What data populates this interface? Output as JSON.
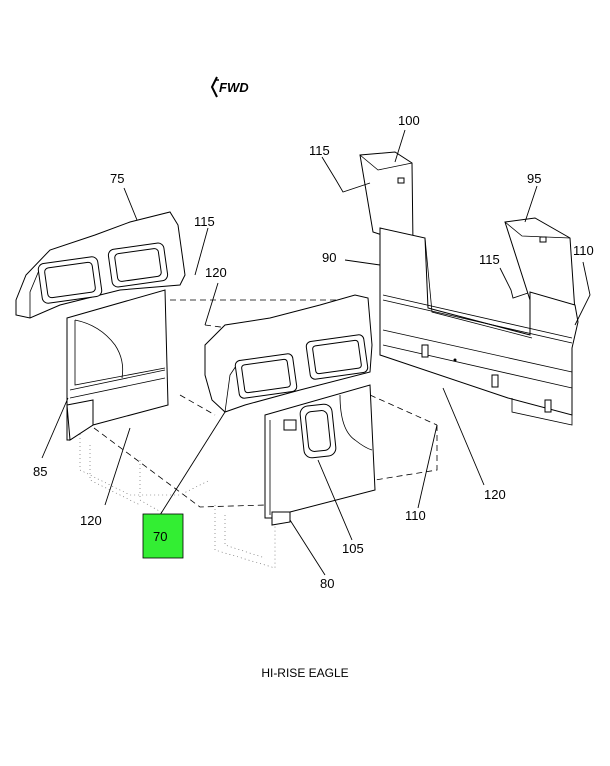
{
  "direction_label": "FWD",
  "caption": "HI-RISE EAGLE",
  "highlight_color": "#33ee33",
  "callouts": {
    "c75": "75",
    "c115a": "115",
    "c120a": "120",
    "c85": "85",
    "c120b": "120",
    "c70": "70",
    "c100": "100",
    "c115b": "115",
    "c95": "95",
    "c90": "90",
    "c115c": "115",
    "c110a": "110",
    "c120c": "120",
    "c110b": "110",
    "c105": "105",
    "c80": "80"
  }
}
